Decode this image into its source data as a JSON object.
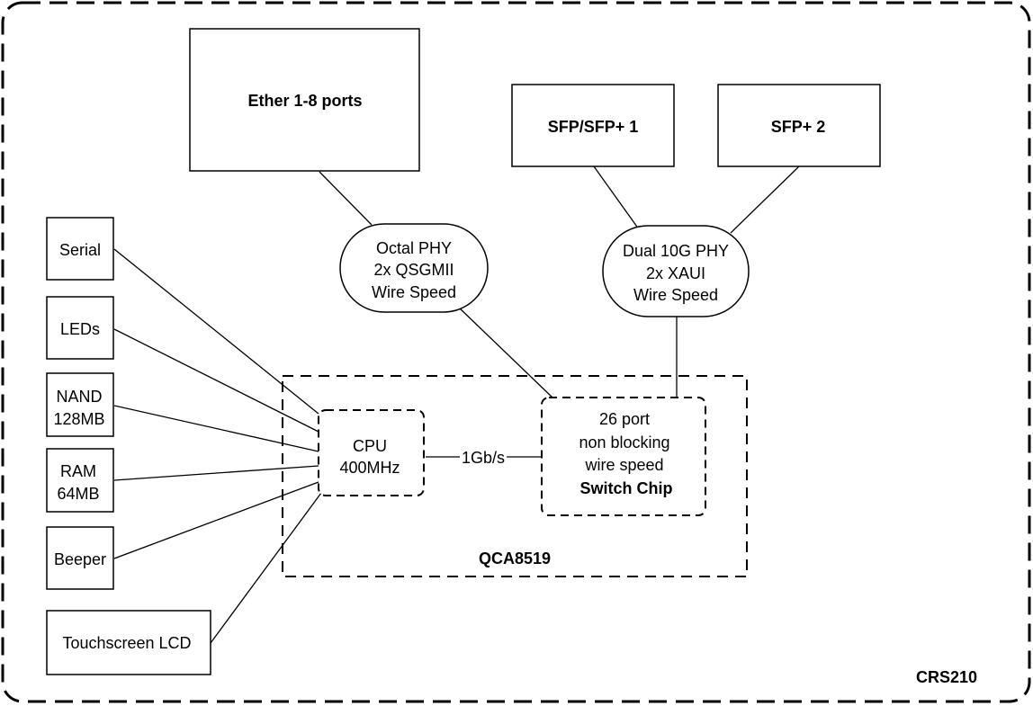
{
  "board": {
    "label": "CRS210"
  },
  "soc": {
    "label": "QCA8519"
  },
  "ports": {
    "ether": "Ether 1-8 ports",
    "sfp1": "SFP/SFP+ 1",
    "sfp2": "SFP+ 2"
  },
  "octal_phy": {
    "line1": "Octal PHY",
    "line2": "2x QSGMII",
    "line3": "Wire Speed"
  },
  "dual_phy": {
    "line1": "Dual 10G PHY",
    "line2": "2x XAUI",
    "line3": "Wire Speed"
  },
  "cpu": {
    "line1": "CPU",
    "line2": "400MHz"
  },
  "link": {
    "label": "1Gb/s"
  },
  "switch_chip": {
    "line1": "26 port",
    "line2": "non blocking",
    "line3": "wire speed",
    "line4": "Switch Chip"
  },
  "peripherals": {
    "serial": "Serial",
    "leds": "LEDs",
    "nand1": "NAND",
    "nand2": "128MB",
    "ram1": "RAM",
    "ram2": "64MB",
    "beeper": "Beeper",
    "lcd": "Touchscreen LCD"
  }
}
